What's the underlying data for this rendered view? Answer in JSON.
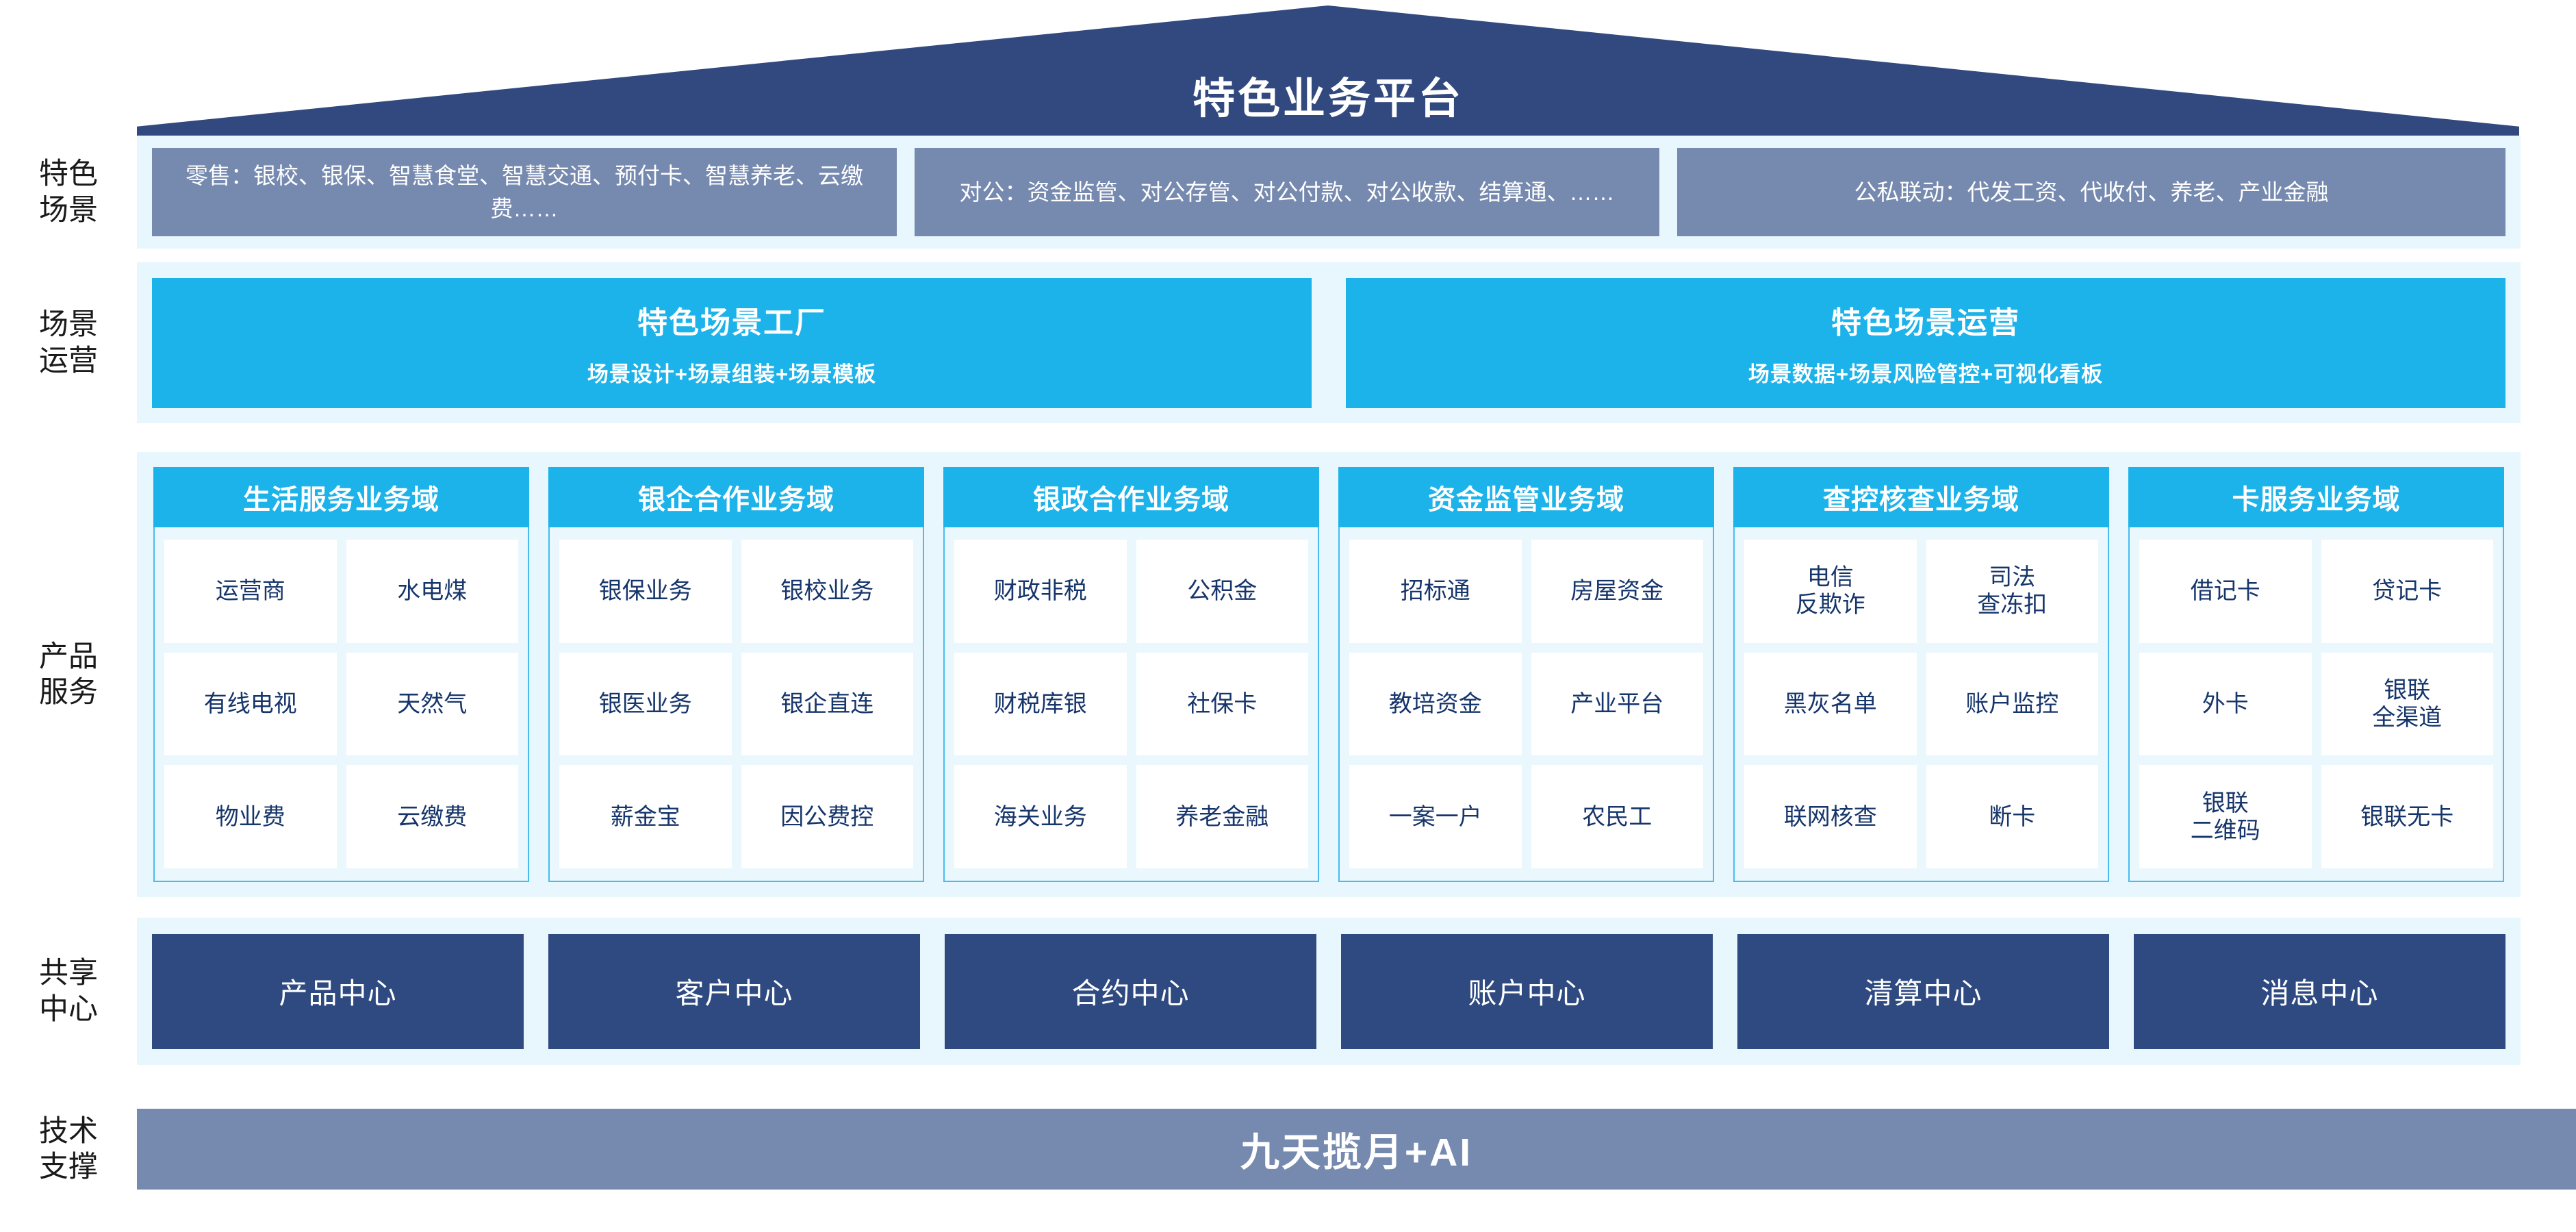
{
  "roof": {
    "title": "特色业务平台"
  },
  "rows": {
    "scenarios": {
      "label_line1": "特色",
      "label_line2": "场景",
      "boxes": [
        {
          "name": "retail",
          "text": "零售：银校、银保、智慧食堂、智慧交通、预付卡、智慧养老、云缴费……"
        },
        {
          "name": "corporate",
          "text": "对公：资金监管、对公存管、对公付款、对公收款、结算通、……"
        },
        {
          "name": "joint",
          "text": "公私联动：代发工资、代收付、养老、产业金融"
        }
      ]
    },
    "operations": {
      "label_line1": "场景",
      "label_line2": "运营",
      "boxes": [
        {
          "title": "特色场景工厂",
          "subtitle": "场景设计+场景组装+场景模板"
        },
        {
          "title": "特色场景运营",
          "subtitle": "场景数据+场景风险管控+可视化看板"
        }
      ]
    },
    "products": {
      "label_line1": "产品",
      "label_line2": "服务",
      "domains": [
        {
          "title": "生活服务业务域",
          "rows": [
            [
              "运营商",
              "水电煤"
            ],
            [
              "有线电视",
              "天然气"
            ],
            [
              "物业费",
              "云缴费"
            ]
          ]
        },
        {
          "title": "银企合作业务域",
          "rows": [
            [
              "银保业务",
              "银校业务"
            ],
            [
              "银医业务",
              "银企直连"
            ],
            [
              "薪金宝",
              "因公费控"
            ]
          ]
        },
        {
          "title": "银政合作业务域",
          "rows": [
            [
              "财政非税",
              "公积金"
            ],
            [
              "财税库银",
              "社保卡"
            ],
            [
              "海关业务",
              "养老金融"
            ]
          ]
        },
        {
          "title": "资金监管业务域",
          "rows": [
            [
              "招标通",
              "房屋资金"
            ],
            [
              "教培资金",
              "产业平台"
            ],
            [
              "一案一户",
              "农民工"
            ]
          ]
        },
        {
          "title": "查控核查业务域",
          "rows": [
            [
              "电信\n反欺诈",
              "司法\n查冻扣"
            ],
            [
              "黑灰名单",
              "账户监控"
            ],
            [
              "联网核查",
              "断卡"
            ]
          ]
        },
        {
          "title": "卡服务业务域",
          "rows": [
            [
              "借记卡",
              "贷记卡"
            ],
            [
              "外卡",
              "银联\n全渠道"
            ],
            [
              "银联\n二维码",
              "银联无卡"
            ]
          ]
        }
      ]
    },
    "centers": {
      "label_line1": "共享",
      "label_line2": "中心",
      "items": [
        "产品中心",
        "客户中心",
        "合约中心",
        "账户中心",
        "清算中心",
        "消息中心"
      ]
    },
    "tech": {
      "label_line1": "技术",
      "label_line2": "支撑",
      "title": "九天揽月+AI"
    }
  },
  "colors": {
    "roof_navy": "#32497f",
    "scenario_slate": "#7689af",
    "cyan": "#1cb2ea",
    "panel_light": "#e8f6fd",
    "domain_body": "#eaf7fd",
    "domain_border": "#45bdee",
    "center_navy": "#2e4a81",
    "cell_text": "#16356b"
  }
}
